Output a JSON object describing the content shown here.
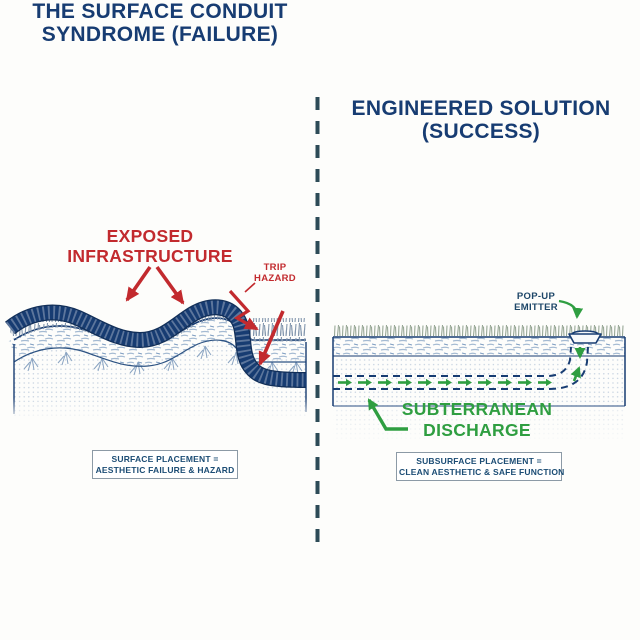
{
  "left_panel": {
    "title_line1": "THE SURFACE CONDUIT",
    "title_line2": "SYNDROME (FAILURE)",
    "exposed_line1": "EXPOSED",
    "exposed_line2": "INFRASTRUCTURE",
    "trip_line1": "TRIP",
    "trip_line2": "HAZARD",
    "caption_line1": "SURFACE PLACEMENT =",
    "caption_line2": "AESTHETIC FAILURE & HAZARD"
  },
  "right_panel": {
    "title_line1": "ENGINEERED SOLUTION",
    "title_line2": "(SUCCESS)",
    "emitter_line1": "POP-UP",
    "emitter_line2": "EMITTER",
    "discharge_line1": "SUBTERRANEAN",
    "discharge_line2": "DISCHARGE",
    "caption_line1": "SUBSURFACE PLACEMENT =",
    "caption_line2": "CLEAN AESTHETIC & SAFE FUNCTION"
  },
  "icons": {
    "surface_pipe": "corrugated-pipe-icon",
    "buried_pipe": "dashed-buried-pipe-icon",
    "pop_up_emitter": "pop-up-emitter-icon",
    "trip_hazard_zigzag": "zigzag-arrow-icon"
  },
  "colors": {
    "navy": "#173c72",
    "red": "#c22a2e",
    "green": "#2f9e41",
    "label-navy": "#1d4668",
    "caption-navy": "#1b4c74",
    "grass-left": "#8296ad",
    "grass-right": "#93a391",
    "thatch": "#a4bad2",
    "soil-dot": "#c6d2e0",
    "divider": "#2d4b57",
    "caption-border": "#8c9aa6",
    "bg": "#fdfdfb"
  }
}
